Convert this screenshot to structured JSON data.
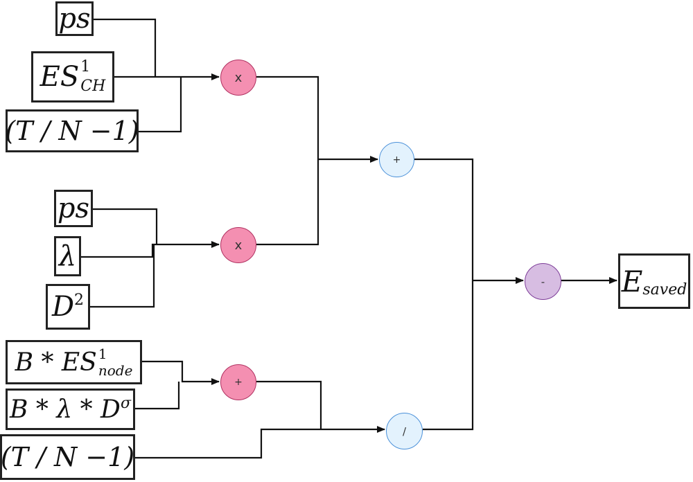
{
  "inputs": {
    "ps1": "ps",
    "es1ch": {
      "base": "ES",
      "sup": "1",
      "sub": "CH"
    },
    "tn1": "(T / N −1)",
    "ps2": "ps",
    "lambda": "λ",
    "d2": {
      "base": "D",
      "sup": "2"
    },
    "bes": {
      "base": "B * ES",
      "sup": "1",
      "sub": "node"
    },
    "bld": {
      "base": "B * λ * D",
      "sup": "σ"
    },
    "tn2": "(T / N −1)"
  },
  "operators": {
    "mult1": "x",
    "mult2": "x",
    "add_top": "+",
    "add_bottom": "+",
    "divide": "/",
    "subtract": "-"
  },
  "output": {
    "base": "E",
    "sub": "saved"
  },
  "colors": {
    "pink": "#f48fb1",
    "blue": "#e3f2fd",
    "purple": "#d7bde2"
  }
}
